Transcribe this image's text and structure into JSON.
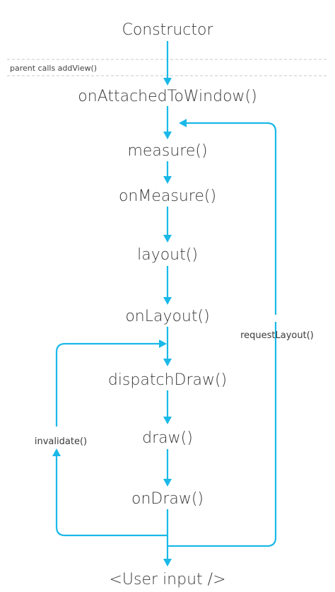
{
  "diagram": {
    "nodes": {
      "constructor": "Constructor",
      "on_attached": "onAttachedToWindow()",
      "measure": "measure()",
      "on_measure": "onMeasure()",
      "layout": "layout()",
      "on_layout": "onLayout()",
      "dispatch_draw": "dispatchDraw()",
      "draw": "draw()",
      "on_draw": "onDraw()",
      "user_input": "<User input />"
    },
    "annotations": {
      "add_view": "parent calls addView()",
      "request_layout": "requestLayout()",
      "invalidate": "invalidate()"
    },
    "arrow_color": "#1ab8e8"
  }
}
